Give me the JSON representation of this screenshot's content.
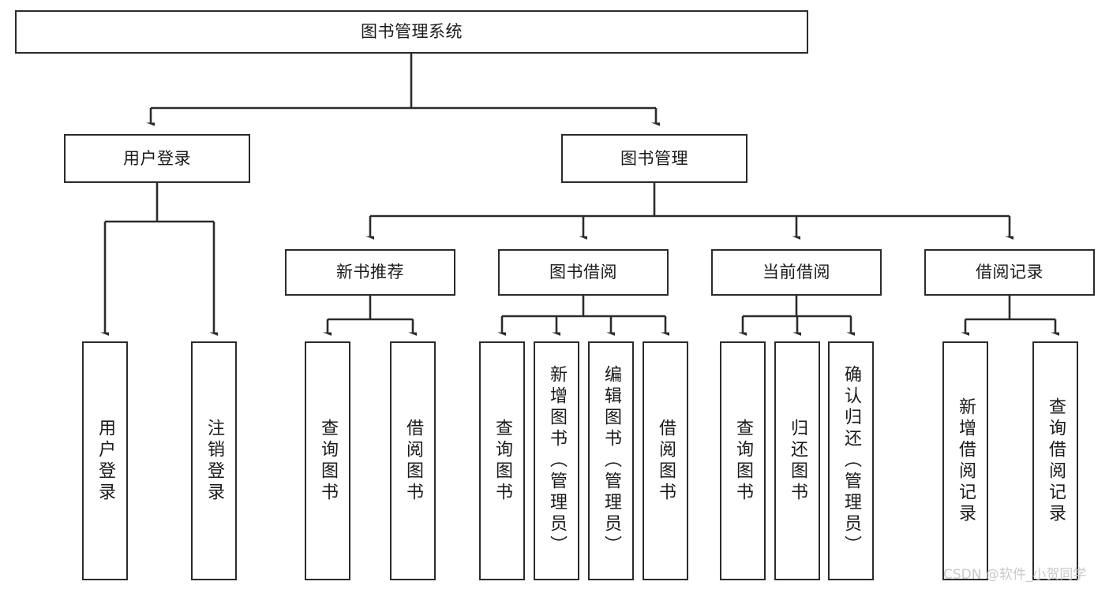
{
  "diagram": {
    "title": "图书管理系统",
    "type": "tree-hierarchy",
    "watermark": "CSDN @软件_小贺同学",
    "colors": {
      "stroke": "#2b2b2b",
      "fill": "#ffffff",
      "text": "#1a1a1a",
      "watermark": "#c9c9c9"
    },
    "nodes": {
      "root": {
        "label": "图书管理系统"
      },
      "level2": [
        {
          "label": "用户登录"
        },
        {
          "label": "图书管理"
        }
      ],
      "level3": [
        {
          "label": "新书推荐"
        },
        {
          "label": "图书借阅"
        },
        {
          "label": "当前借阅"
        },
        {
          "label": "借阅记录"
        }
      ],
      "leaves": [
        {
          "label": "用户登录"
        },
        {
          "label": "注销登录"
        },
        {
          "label": "查询图书"
        },
        {
          "label": "借阅图书"
        },
        {
          "label": "查询图书"
        },
        {
          "label": "新增图书（管理员）"
        },
        {
          "label": "编辑图书（管理员）"
        },
        {
          "label": "借阅图书"
        },
        {
          "label": "查询图书"
        },
        {
          "label": "归还图书"
        },
        {
          "label": "确认归还（管理员）"
        },
        {
          "label": "新增借阅记录"
        },
        {
          "label": "查询借阅记录"
        }
      ]
    }
  }
}
